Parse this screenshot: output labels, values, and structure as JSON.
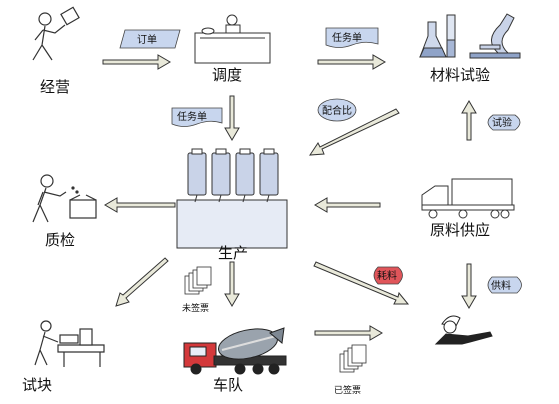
{
  "nodes": {
    "jingying": "经营",
    "diaodu": "调度",
    "cailiao": "材料试验",
    "zhijian": "质检",
    "shengchan": "生产",
    "yuanliao": "原料供应",
    "shikuai": "试块",
    "chedui": "车队"
  },
  "tags": {
    "dingdan": "订单",
    "renwudan_top": "任务单",
    "renwudan_mid": "任务单",
    "peihebi": "配合比",
    "shiyan": "试验",
    "haoliao": "耗料",
    "gongliao": "供料",
    "weiqianpiao": "未签票",
    "yiqianpiao": "已签票"
  },
  "colors": {
    "tag_fill": "#c8d6ee",
    "tag_red": "#e0555a",
    "arrow_fill": "#e9e9da",
    "line": "#333333"
  }
}
